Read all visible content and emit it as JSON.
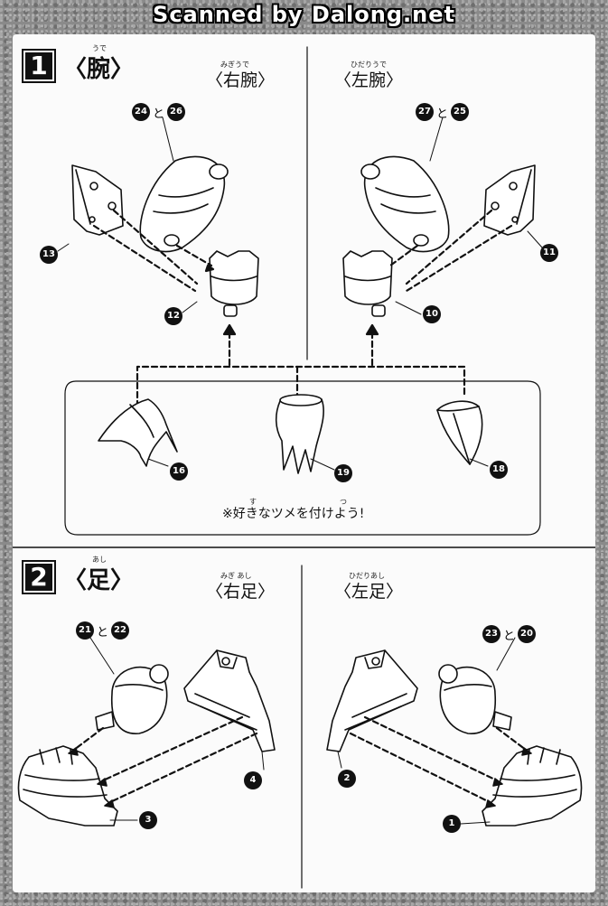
{
  "watermark": "Scanned by Dalong.net",
  "step1": {
    "number": "1",
    "title": "〈腕〉",
    "title_ruby": "うで",
    "right": {
      "label": "〈右腕〉",
      "ruby": "みぎうで",
      "pair_a": "24",
      "conj": "と",
      "pair_b": "26",
      "side": "13",
      "hand": "12"
    },
    "left": {
      "label": "〈左腕〉",
      "ruby": "ひだりうで",
      "pair_a": "27",
      "conj": "と",
      "pair_b": "25",
      "side": "11",
      "hand": "10"
    },
    "claws": [
      "16",
      "19",
      "18"
    ],
    "note": "※好きなツメを付けよう!",
    "note_ruby_1": "す",
    "note_ruby_2": "つ"
  },
  "step2": {
    "number": "2",
    "title": "〈足〉",
    "title_ruby": "あし",
    "right": {
      "label": "〈右足〉",
      "ruby": "みぎ あし",
      "pair_a": "21",
      "conj": "と",
      "pair_b": "22",
      "frame": "4",
      "foot": "3"
    },
    "left": {
      "label": "〈左足〉",
      "ruby": "ひだりあし",
      "pair_a": "23",
      "conj": "と",
      "pair_b": "20",
      "frame": "2",
      "foot": "1"
    }
  }
}
